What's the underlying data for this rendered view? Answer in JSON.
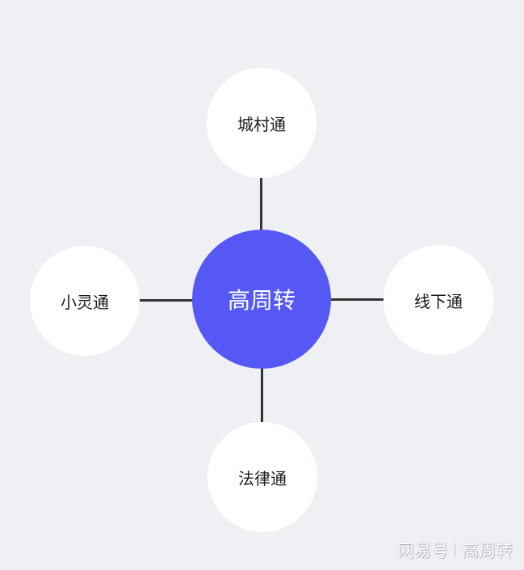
{
  "diagram": {
    "type": "hub-and-spoke",
    "background": "#eff0f4",
    "connector_color": "#333333",
    "hub": {
      "label": "高周转",
      "color": "#5558f5"
    },
    "nodes": [
      {
        "id": "top",
        "label": "城村通"
      },
      {
        "id": "left",
        "label": "小灵通"
      },
      {
        "id": "right",
        "label": "线下通"
      },
      {
        "id": "bottom",
        "label": "法律通"
      }
    ]
  },
  "watermark": {
    "platform": "网易号",
    "account": "高周转"
  }
}
